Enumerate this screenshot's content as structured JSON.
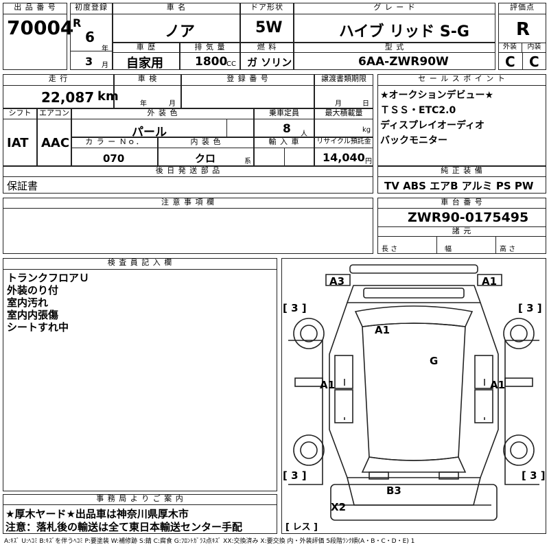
{
  "headers": {
    "lot_no": "出 品 番 号",
    "first_reg": "初度登録",
    "car_name": "車 名",
    "door": "ドア形状",
    "grade": "グ レ ー ド",
    "rating": "評価点",
    "history": "車 歴",
    "displacement": "排 気 量",
    "fuel": "燃 料",
    "model": "型 式",
    "exterior": "外装",
    "interior": "内装",
    "mileage": "走 行",
    "inspection": "車 検",
    "reg_no": "登 録 番 号",
    "transfer_doc": "譲渡書類期限",
    "sales_points": "セ ー ル ス ポ イ ン ト",
    "shift": "シフト",
    "aircon": "エアコン",
    "ext_color": "外 装 色",
    "capacity": "乗車定員",
    "max_load": "最大積載量",
    "color_no": "カ ラ ー Ｎｏ．",
    "int_color": "内 装 色",
    "import": "輸 入 車",
    "recycle": "リサイクル預託金",
    "later_parts": "後 日 発 送 部 品",
    "equipment": "純 正 装 備",
    "notes": "注 意 事 項 欄",
    "chassis": "車 台 番 号",
    "specs": "諸 元",
    "inspector": "検 査 員 記 入 欄",
    "office": "事 務 局 よ り ご 案 内"
  },
  "values": {
    "lot_no": "70004",
    "era": "R",
    "year": "6",
    "year_unit": "年",
    "month": "3",
    "month_unit": "月",
    "car_name": "ノア",
    "door": "5W",
    "grade": "ハイブ リッド S-G",
    "rating": "R",
    "history": "自家用",
    "displacement": "1800",
    "displacement_unit": "CC",
    "fuel": "ガ ソリン",
    "model": "6AA-ZWR90W",
    "exterior": "C",
    "interior": "C",
    "mileage": "22,087",
    "mileage_unit": "km",
    "insp_year_unit": "年",
    "insp_month_unit": "月",
    "transfer_month_unit": "月",
    "transfer_day_unit": "日",
    "shift": "IAT",
    "aircon": "AAC",
    "ext_color": "パール",
    "capacity": "8",
    "capacity_unit": "人",
    "max_load_unit": "kg",
    "color_no": "070",
    "int_color": "クロ",
    "int_color_suffix": "系",
    "recycle": "14,040",
    "recycle_unit": "円",
    "later_parts": "保証書",
    "equipment": "TV ABS エアB アルミ PS PW",
    "chassis": "ZWR90-0175495",
    "length_label": "長 さ",
    "width_label": "幅",
    "height_label": "高 さ"
  },
  "sales_points": [
    "★オークションデビュー★",
    "ＴＳＳ・ETC2.0",
    "ディスプレイオーディオ",
    "バックモニター"
  ],
  "inspector_notes": [
    "トランクフロアＵ",
    "外装のり付",
    "室内汚れ",
    "室内内張傷",
    "シートすれ中"
  ],
  "office_notes": [
    "★厚木ヤード★出品車は神奈川県厚木市",
    "注意：落札後の輸送は全て東日本輸送センター手配"
  ],
  "diagram": {
    "a3": "A3",
    "a1_front_right": "A1",
    "bracket_tl": "[ 3 ]",
    "bracket_tr": "[ 3 ]",
    "a1_roof": "A1",
    "g": "G",
    "a1_left": "A1",
    "a1_right": "A1",
    "bracket_bl": "[ 3 ]",
    "bracket_br": "[ 3 ]",
    "b3": "B3",
    "x2": "X2",
    "lesu": "[ レス ]"
  },
  "legend": "A:ｷｽﾞ U:ﾍｺﾐ B:ｷｽﾞを伴うﾍｺﾐ P:要塗装 W:補修跡 S:錆 C:腐食 G:ﾌﾛﾝﾄｶﾞﾗｽ点ｷｽﾞ XX:交換済み X:要交換 内・外装評価 5段階ﾗﾝｸ順(A・B・C・D・E) 1"
}
